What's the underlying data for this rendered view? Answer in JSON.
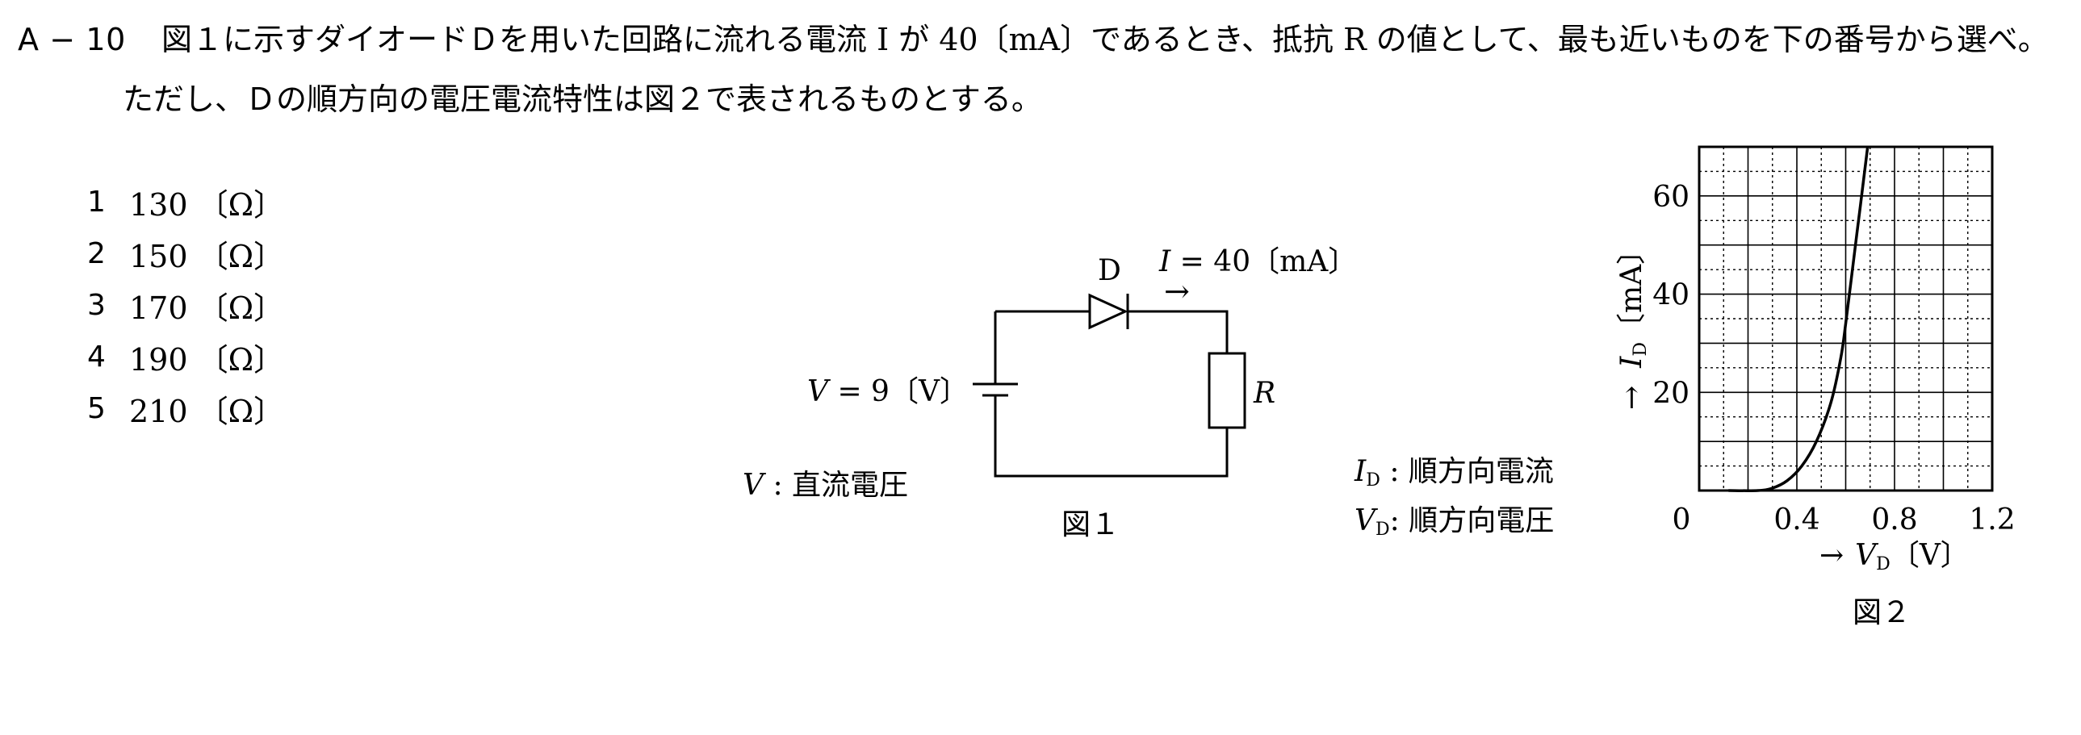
{
  "question": {
    "number": "A − 10",
    "line1": "図１に示すダイオードＤを用いた回路に流れる電流 I が 40〔mA〕であるとき、抵抗 R の値として、最も近いものを下の番号から選べ。",
    "line2": "ただし、Ｄの順方向の電圧電流特性は図２で表されるものとする。"
  },
  "options": [
    {
      "num": "1",
      "text": "130 〔Ω〕"
    },
    {
      "num": "2",
      "text": "150 〔Ω〕"
    },
    {
      "num": "3",
      "text": "170 〔Ω〕"
    },
    {
      "num": "4",
      "text": "190 〔Ω〕"
    },
    {
      "num": "5",
      "text": "210 〔Ω〕"
    }
  ],
  "fig1": {
    "diode_label": "D",
    "current_symbol": "I",
    "current_value": " = 40〔mA〕",
    "arrow": "→",
    "voltage_symbol": "V",
    "voltage_value": " = 9〔V〕",
    "resistor_label": "R",
    "legend_symbol": "V",
    "legend_text": " : 直流電圧",
    "caption": "図１"
  },
  "fig2_legend": {
    "id_symbol": "I",
    "id_sub": "D",
    "id_text": " : 順方向電流",
    "vd_symbol": "V",
    "vd_sub": "D",
    "vd_text": ": 順方向電圧"
  },
  "chart_data": {
    "type": "line",
    "title": "",
    "caption": "図２",
    "xlabel": {
      "arrow": "→",
      "symbol": "V",
      "sub": "D",
      "unit": "〔V〕"
    },
    "ylabel": {
      "arrow": "→",
      "symbol": "I",
      "sub": "D",
      "unit": "〔mA〕"
    },
    "xlim": [
      0,
      1.2
    ],
    "ylim": [
      0,
      70
    ],
    "x_ticks": [
      "0",
      "0.4",
      "0.8",
      "1.2"
    ],
    "y_ticks": [
      "20",
      "40",
      "60"
    ],
    "grid": true,
    "series": [
      {
        "x": [
          0.12,
          0.24,
          0.3,
          0.36,
          0.42,
          0.48,
          0.54,
          0.58,
          0.6,
          0.62,
          0.64,
          0.66,
          0.69
        ],
        "values": [
          0,
          0,
          0.5,
          2,
          5,
          10,
          18,
          27,
          34,
          42,
          50,
          58,
          70
        ]
      }
    ]
  }
}
